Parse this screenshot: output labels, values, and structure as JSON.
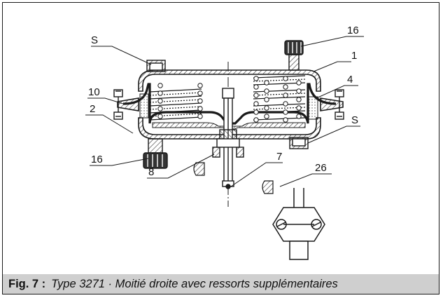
{
  "labels": {
    "s_top_left": "S",
    "n16_top_right": "16",
    "n1": "1",
    "n4": "4",
    "n10": "10",
    "n2": "2",
    "s_right": "S",
    "n16_bottom_left": "16",
    "n7": "7",
    "n8": "8",
    "n26": "26"
  },
  "caption": {
    "figure": "Fig. 7 :",
    "text": "Type 3271 · Moitié droite avec ressorts supplémentaires"
  },
  "colors": {
    "line": "#1a1a1a",
    "hatch": "#333333",
    "caption_bg": "#cfcfcf"
  }
}
